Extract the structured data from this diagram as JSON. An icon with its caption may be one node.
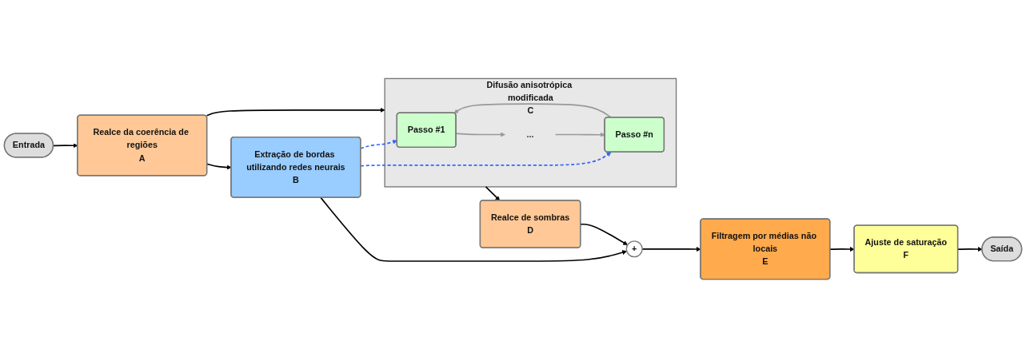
{
  "diagram": {
    "nodes": [
      {
        "text": [
          "Entrada"
        ]
      },
      {
        "text": [
          "Realce da coerência de regiões",
          "A"
        ]
      },
      {
        "text": [
          "Extração de bordas utilizando redes neurais",
          "B"
        ]
      },
      {
        "text": [
          "+"
        ]
      },
      {
        "text": [
          "Filtragem por médias não locais",
          "E"
        ]
      },
      {
        "text": [
          "Difusão anisotrópica modificada",
          "C"
        ]
      },
      {
        "text": [
          "Passo #1"
        ],
        "in": 5
      },
      {
        "text": [
          "..."
        ],
        "in": 5
      },
      {
        "text": [
          "Passo #n"
        ],
        "in": 5
      },
      {
        "text": [
          "Realce de sombras",
          "D"
        ]
      },
      {
        "text": [
          "Ajuste de saturação",
          "F"
        ]
      },
      {
        "text": [
          "Saída"
        ]
      }
    ],
    "edges": [
      {
        "from": 0,
        "to": 1,
        "arrow": "to"
      },
      {
        "from": 1,
        "to": 2,
        "arrow": "to"
      },
      {
        "from": 1,
        "to": 5,
        "arrow": "to"
      },
      {
        "from": 2,
        "to": 3,
        "arrow": "to"
      },
      {
        "from": 2,
        "to": 6,
        "arrow": "to",
        "style": "dashed",
        "color": "#3366ff"
      },
      {
        "from": 2,
        "to": 8,
        "arrow": "to",
        "style": "dashed",
        "color": "#3366ff"
      },
      {
        "from": 6,
        "to": 7,
        "arrow": "to",
        "color": "#999999"
      },
      {
        "from": 7,
        "to": 8,
        "arrow": "to",
        "color": "#999999"
      },
      {
        "from": 8,
        "to": 6,
        "arrow": "to",
        "color": "#999999"
      },
      {
        "from": 5,
        "to": 9,
        "arrow": "to"
      },
      {
        "from": 9,
        "to": 3,
        "arrow": "to"
      },
      {
        "from": 3,
        "to": 4,
        "arrow": "to"
      },
      {
        "from": 4,
        "to": 10,
        "arrow": "to"
      },
      {
        "from": 10,
        "to": 11,
        "arrow": "to"
      }
    ]
  }
}
